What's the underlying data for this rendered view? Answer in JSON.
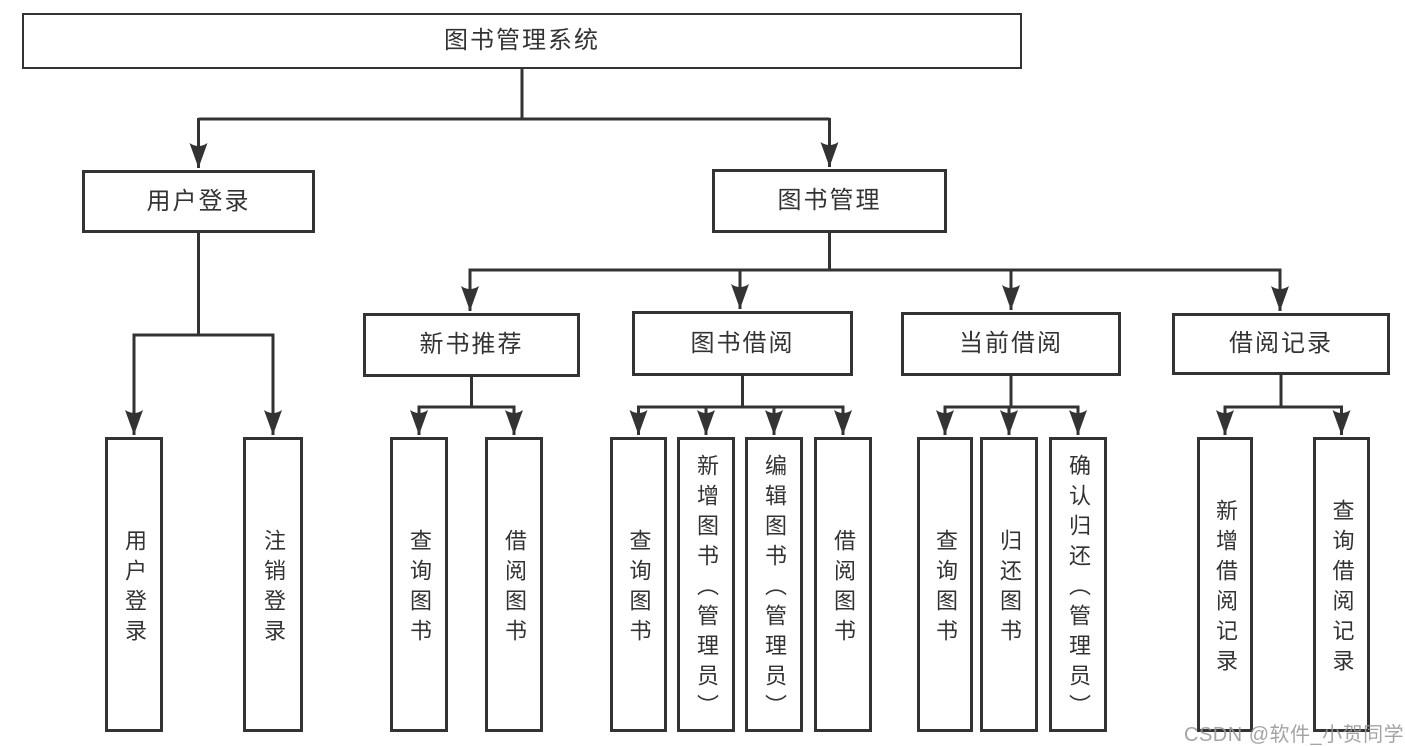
{
  "diagram": {
    "tree": {
      "label": "图书管理系统",
      "children": [
        {
          "label": "用户登录",
          "children": [
            {
              "label": "用户登录"
            },
            {
              "label": "注销登录"
            }
          ]
        },
        {
          "label": "图书管理",
          "children": [
            {
              "label": "新书推荐",
              "children": [
                {
                  "label": "查询图书"
                },
                {
                  "label": "借阅图书"
                }
              ]
            },
            {
              "label": "图书借阅",
              "children": [
                {
                  "label": "查询图书"
                },
                {
                  "label": "新增图书（管理员）"
                },
                {
                  "label": "编辑图书（管理员）"
                },
                {
                  "label": "借阅图书"
                }
              ]
            },
            {
              "label": "当前借阅",
              "children": [
                {
                  "label": "查询图书"
                },
                {
                  "label": "归还图书"
                },
                {
                  "label": "确认归还（管理员）"
                }
              ]
            },
            {
              "label": "借阅记录",
              "children": [
                {
                  "label": "新增借阅记录"
                },
                {
                  "label": "查询借阅记录"
                }
              ]
            }
          ]
        }
      ]
    }
  },
  "watermark": {
    "text": "CSDN @软件_小贺同学"
  },
  "colors": {
    "line": "#333333",
    "text": "#333333",
    "box_background": "#ffffff",
    "page_background": "#ffffff",
    "watermark": "#9b9b9b"
  }
}
